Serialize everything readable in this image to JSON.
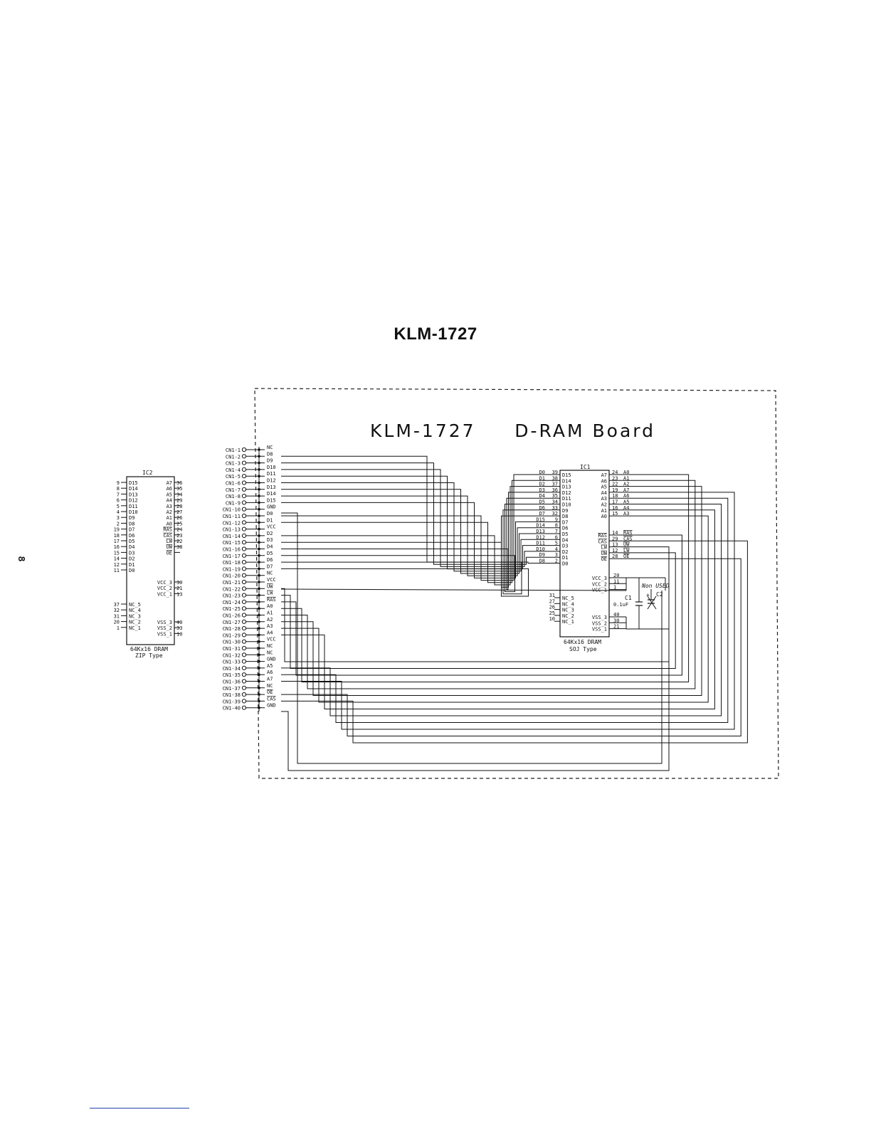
{
  "page_title": "KLM-1727",
  "page_number": "8",
  "board_title": "KLM-1727     D-RAM Board",
  "ic2": {
    "label": "IC2",
    "caption_line1": "64Kx16 DRAM",
    "caption_line2": "ZIP Type",
    "left_pins": [
      {
        "pin": "9",
        "name": "D15"
      },
      {
        "pin": "8",
        "name": "D14"
      },
      {
        "pin": "7",
        "name": "D13"
      },
      {
        "pin": "6",
        "name": "D12"
      },
      {
        "pin": "5",
        "name": "D11"
      },
      {
        "pin": "4",
        "name": "D10"
      },
      {
        "pin": "3",
        "name": "D9"
      },
      {
        "pin": "2",
        "name": "D8"
      },
      {
        "pin": "19",
        "name": "D7"
      },
      {
        "pin": "18",
        "name": "D6"
      },
      {
        "pin": "17",
        "name": "D5"
      },
      {
        "pin": "16",
        "name": "D4"
      },
      {
        "pin": "15",
        "name": "D3"
      },
      {
        "pin": "14",
        "name": "D2"
      },
      {
        "pin": "12",
        "name": "D1"
      },
      {
        "pin": "11",
        "name": "D0"
      }
    ],
    "right_pins": [
      {
        "pin": "36",
        "name": "A7"
      },
      {
        "pin": "35",
        "name": "A6"
      },
      {
        "pin": "34",
        "name": "A5"
      },
      {
        "pin": "29",
        "name": "A4"
      },
      {
        "pin": "28",
        "name": "A3"
      },
      {
        "pin": "27",
        "name": "A2"
      },
      {
        "pin": "26",
        "name": "A1"
      },
      {
        "pin": "25",
        "name": "A0"
      },
      {
        "pin": "24",
        "name": "RAS"
      },
      {
        "pin": "23",
        "name": "CAS"
      },
      {
        "pin": "22",
        "name": "LW"
      },
      {
        "pin": "38",
        "name": "UW"
      },
      {
        "pin": "",
        "name": "OE"
      },
      {
        "pin": "30",
        "name": "VCC_3"
      },
      {
        "pin": "21",
        "name": "VCC_2"
      },
      {
        "pin": "13",
        "name": "VCC_1"
      }
    ],
    "nc_pins": [
      {
        "pin": "37",
        "name": "NC_5"
      },
      {
        "pin": "32",
        "name": "NC_4"
      },
      {
        "pin": "31",
        "name": "NC_3"
      },
      {
        "pin": "20",
        "name": "NC_2"
      },
      {
        "pin": "1",
        "name": "NC_1"
      }
    ],
    "vss_pins": [
      {
        "pin": "40",
        "name": "VSS_3"
      },
      {
        "pin": "33",
        "name": "VSS_2"
      },
      {
        "pin": "10",
        "name": "VSS_1"
      }
    ]
  },
  "connector": {
    "pins": [
      {
        "label": "CN1-1",
        "signal": "NC"
      },
      {
        "label": "CN1-2",
        "signal": "D8"
      },
      {
        "label": "CN1-3",
        "signal": "D9"
      },
      {
        "label": "CN1-4",
        "signal": "D10"
      },
      {
        "label": "CN1-5",
        "signal": "D11"
      },
      {
        "label": "CN1-6",
        "signal": "D12"
      },
      {
        "label": "CN1-7",
        "signal": "D13"
      },
      {
        "label": "CN1-8",
        "signal": "D14"
      },
      {
        "label": "CN1-9",
        "signal": "D15"
      },
      {
        "label": "CN1-10",
        "signal": "GND"
      },
      {
        "label": "CN1-11",
        "signal": "D0"
      },
      {
        "label": "CN1-12",
        "signal": "D1"
      },
      {
        "label": "CN1-13",
        "signal": "VCC"
      },
      {
        "label": "CN1-14",
        "signal": "D2"
      },
      {
        "label": "CN1-15",
        "signal": "D3"
      },
      {
        "label": "CN1-16",
        "signal": "D4"
      },
      {
        "label": "CN1-17",
        "signal": "D5"
      },
      {
        "label": "CN1-18",
        "signal": "D6"
      },
      {
        "label": "CN1-19",
        "signal": "D7"
      },
      {
        "label": "CN1-20",
        "signal": "NC"
      },
      {
        "label": "CN1-21",
        "signal": "VCC"
      },
      {
        "label": "CN1-22",
        "signal": "UW"
      },
      {
        "label": "CN1-23",
        "signal": "LW"
      },
      {
        "label": "CN1-24",
        "signal": "RAS"
      },
      {
        "label": "CN1-25",
        "signal": "A0"
      },
      {
        "label": "CN1-26",
        "signal": "A1"
      },
      {
        "label": "CN1-27",
        "signal": "A2"
      },
      {
        "label": "CN1-28",
        "signal": "A3"
      },
      {
        "label": "CN1-29",
        "signal": "A4"
      },
      {
        "label": "CN1-30",
        "signal": "VCC"
      },
      {
        "label": "CN1-31",
        "signal": "NC"
      },
      {
        "label": "CN1-32",
        "signal": "NC"
      },
      {
        "label": "CN1-33",
        "signal": "GND"
      },
      {
        "label": "CN1-34",
        "signal": "A5"
      },
      {
        "label": "CN1-35",
        "signal": "A6"
      },
      {
        "label": "CN1-36",
        "signal": "A7"
      },
      {
        "label": "CN1-37",
        "signal": "NC"
      },
      {
        "label": "CN1-38",
        "signal": "OE"
      },
      {
        "label": "CN1-39",
        "signal": "CAS"
      },
      {
        "label": "CN1-40",
        "signal": "GND"
      }
    ]
  },
  "ic1": {
    "label": "IC1",
    "caption_line1": "64Kx16 DRAM",
    "caption_line2": "SOJ Type",
    "left_pins": [
      {
        "net": "D0",
        "pin": "39",
        "name": "D15"
      },
      {
        "net": "D1",
        "pin": "38",
        "name": "D14"
      },
      {
        "net": "D2",
        "pin": "37",
        "name": "D13"
      },
      {
        "net": "D3",
        "pin": "36",
        "name": "D12"
      },
      {
        "net": "D4",
        "pin": "35",
        "name": "D11"
      },
      {
        "net": "D5",
        "pin": "34",
        "name": "D10"
      },
      {
        "net": "D6",
        "pin": "33",
        "name": "D9"
      },
      {
        "net": "D7",
        "pin": "32",
        "name": "D8"
      },
      {
        "net": "D15",
        "pin": "9",
        "name": "D7"
      },
      {
        "net": "D14",
        "pin": "8",
        "name": "D6"
      },
      {
        "net": "D13",
        "pin": "7",
        "name": "D5"
      },
      {
        "net": "D12",
        "pin": "6",
        "name": "D4"
      },
      {
        "net": "D11",
        "pin": "5",
        "name": "D3"
      },
      {
        "net": "D10",
        "pin": "4",
        "name": "D2"
      },
      {
        "net": "D9",
        "pin": "3",
        "name": "D1"
      },
      {
        "net": "D8",
        "pin": "2",
        "name": "D0"
      }
    ],
    "right_pins": [
      {
        "name": "A7",
        "pin": "24",
        "net": "A0"
      },
      {
        "name": "A6",
        "pin": "23",
        "net": "A1"
      },
      {
        "name": "A5",
        "pin": "22",
        "net": "A2"
      },
      {
        "name": "A4",
        "pin": "19",
        "net": "A7"
      },
      {
        "name": "A3",
        "pin": "18",
        "net": "A6"
      },
      {
        "name": "A2",
        "pin": "17",
        "net": "A5"
      },
      {
        "name": "A1",
        "pin": "16",
        "net": "A4"
      },
      {
        "name": "A0",
        "pin": "15",
        "net": "A3"
      }
    ],
    "control_pins": [
      {
        "name": "RAS",
        "pin": "14",
        "net": "RAS"
      },
      {
        "name": "CAS",
        "pin": "29",
        "net": "CAS"
      },
      {
        "name": "LW",
        "pin": "13",
        "net": "UW"
      },
      {
        "name": "UW",
        "pin": "12",
        "net": "LW"
      },
      {
        "name": "OE",
        "pin": "28",
        "net": "OE"
      }
    ],
    "vcc_pins": [
      {
        "name": "VCC_3",
        "pin": "20"
      },
      {
        "name": "VCC_2",
        "pin": "11"
      },
      {
        "name": "VCC_1",
        "pin": "1"
      }
    ],
    "nc_pins": [
      {
        "pin": "31",
        "name": "NC_5"
      },
      {
        "pin": "27",
        "name": "NC_4"
      },
      {
        "pin": "26",
        "name": "NC_3"
      },
      {
        "pin": "25",
        "name": "NC_2"
      },
      {
        "pin": "10",
        "name": "NC_1"
      }
    ],
    "vss_pins": [
      {
        "name": "VSS_3",
        "pin": "40"
      },
      {
        "name": "VSS_2",
        "pin": "30"
      },
      {
        "name": "VSS_1",
        "pin": "21"
      }
    ]
  },
  "capacitors": {
    "c1_label": "C1",
    "c1_value": "0.1uF",
    "c2_label": "C2",
    "c2_note": "Non USED",
    "plus_sign": "+"
  }
}
